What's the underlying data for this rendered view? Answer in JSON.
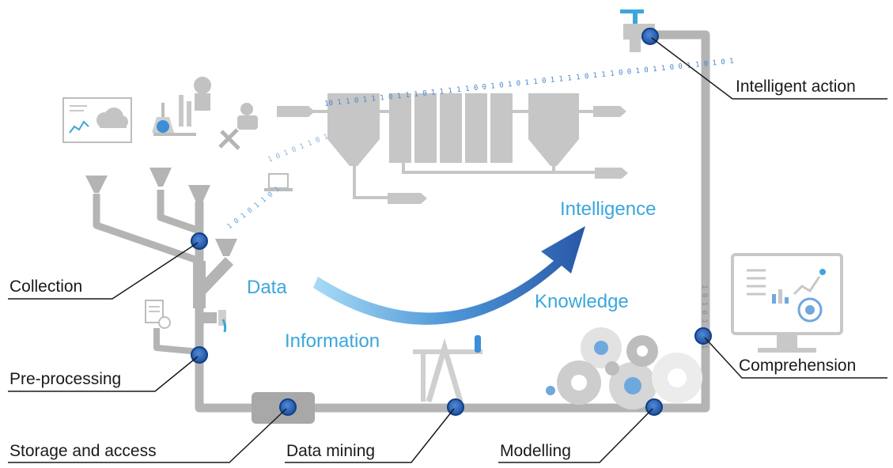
{
  "stages": {
    "collection": "Collection",
    "pre_processing": "Pre-processing",
    "storage": "Storage and access",
    "data_mining": "Data mining",
    "modelling": "Modelling",
    "comprehension": "Comprehension",
    "intelligent_action": "Intelligent action"
  },
  "flow": {
    "data": "Data",
    "information": "Information",
    "knowledge": "Knowledge",
    "intelligence": "Intelligence"
  },
  "binary_stream": "10 1 1 0 1 1 1 0 1 1 1 0 1 1 1 1 1 0 0 1 0 1 0 1 1 0 1 1 1 1 0 1 1 1 0 0 1 0 1 1 0 0 1 1 0 1 0 1",
  "binary_small": "1 0 1 0 1 1 0 1",
  "colors": {
    "pipe": "#b4b4b4",
    "node_fill": "#2d63b5",
    "node_ring": "#0f3f86",
    "flow_text": "#3ba6dc",
    "arrow_dark": "#2b5fae",
    "arrow_light": "#9fd3f2",
    "binary": "#4a86c8"
  }
}
